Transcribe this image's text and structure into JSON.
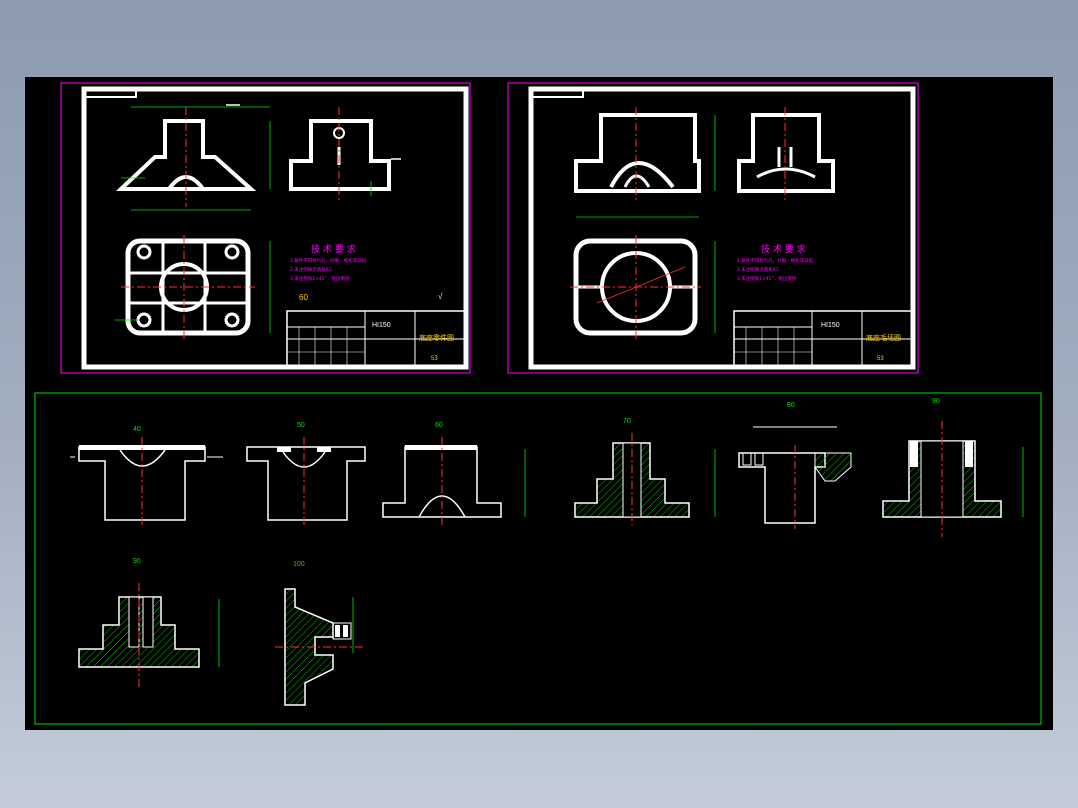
{
  "colors": {
    "background": "#000000",
    "part": "#ffffff",
    "dimension": "#00e000",
    "centerline": "#ff3030",
    "note": "#ff00ff",
    "frame_border": "#ff00ff",
    "panel_border": "#00e000",
    "hatch": "#00c000"
  },
  "sheet1": {
    "tech_title": "技 术 要 求",
    "tech_lines": [
      "1.铸件不得有气孔、砂眼、缩松等缺陷",
      "2.未注明铸造圆角R3",
      "3.未注倒角1×45°，锐边倒钝"
    ],
    "scale_mark": "60",
    "code": "HI150",
    "part_name": "底座零件图",
    "sheet_no": "53",
    "roughness": "√"
  },
  "sheet2": {
    "tech_title": "技 术 要 求",
    "tech_lines": [
      "1.铸件不得有气孔、砂眼、缩松等缺陷",
      "2.未注明铸造圆角R3",
      "3.未注倒角1×45°，锐边倒钝"
    ],
    "code": "HI150",
    "part_name": "底座毛坯图",
    "sheet_no": "53"
  },
  "operations": {
    "labels": [
      "40",
      "50",
      "60",
      "70",
      "80",
      "90",
      "90",
      "100"
    ]
  }
}
